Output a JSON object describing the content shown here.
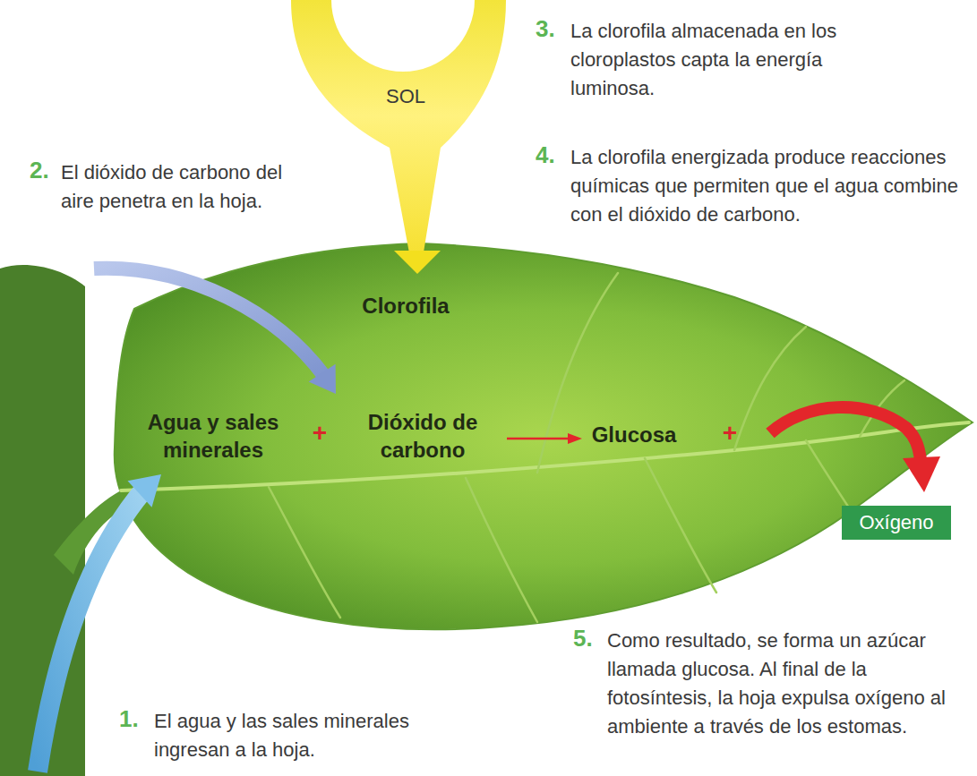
{
  "diagram": {
    "nodes": [
      {
        "text": [
          "SOL"
        ]
      },
      {
        "text": [
          "Oxígeno"
        ]
      }
    ],
    "labels": [
      "3.",
      "La clorofila almacenada en los cloroplastos capta la energía luminosa.",
      "2.",
      "El dióxido de carbono del aire penetra en la hoja.",
      "4.",
      "La clorofila energizada produce reacciones químicas que permiten que el agua combine con el dióxido de carbono.",
      "Clorofila",
      "Agua y sales minerales",
      "+",
      "Dióxido de carbono",
      "Glucosa",
      "+",
      "5.",
      "Como resultado, se forma un azúcar llamada glucosa. Al final de la fotosíntesis, la hoja expulsa oxígeno al ambiente a través de los estomas.",
      "1.",
      "El agua y las sales minerales ingresan a la hoja."
    ]
  }
}
